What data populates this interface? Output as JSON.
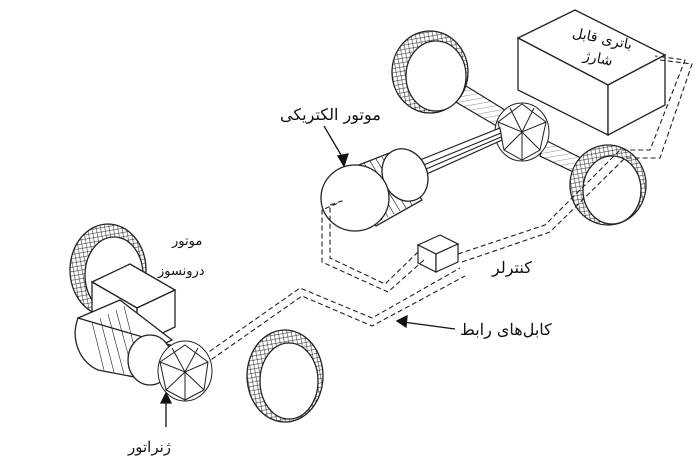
{
  "labels": {
    "electric_motor": "موتور الکتریکی",
    "battery_line1": "باتری قابل",
    "battery_line2": "شارژ",
    "ice_line1": "موتور",
    "ice_line2": "درونسوز",
    "controller": "کنترلر",
    "cables": "کابل‌های رابط",
    "generator": "ژنراتور"
  },
  "colors": {
    "stroke": "#222222",
    "fill": "#ffffff"
  }
}
